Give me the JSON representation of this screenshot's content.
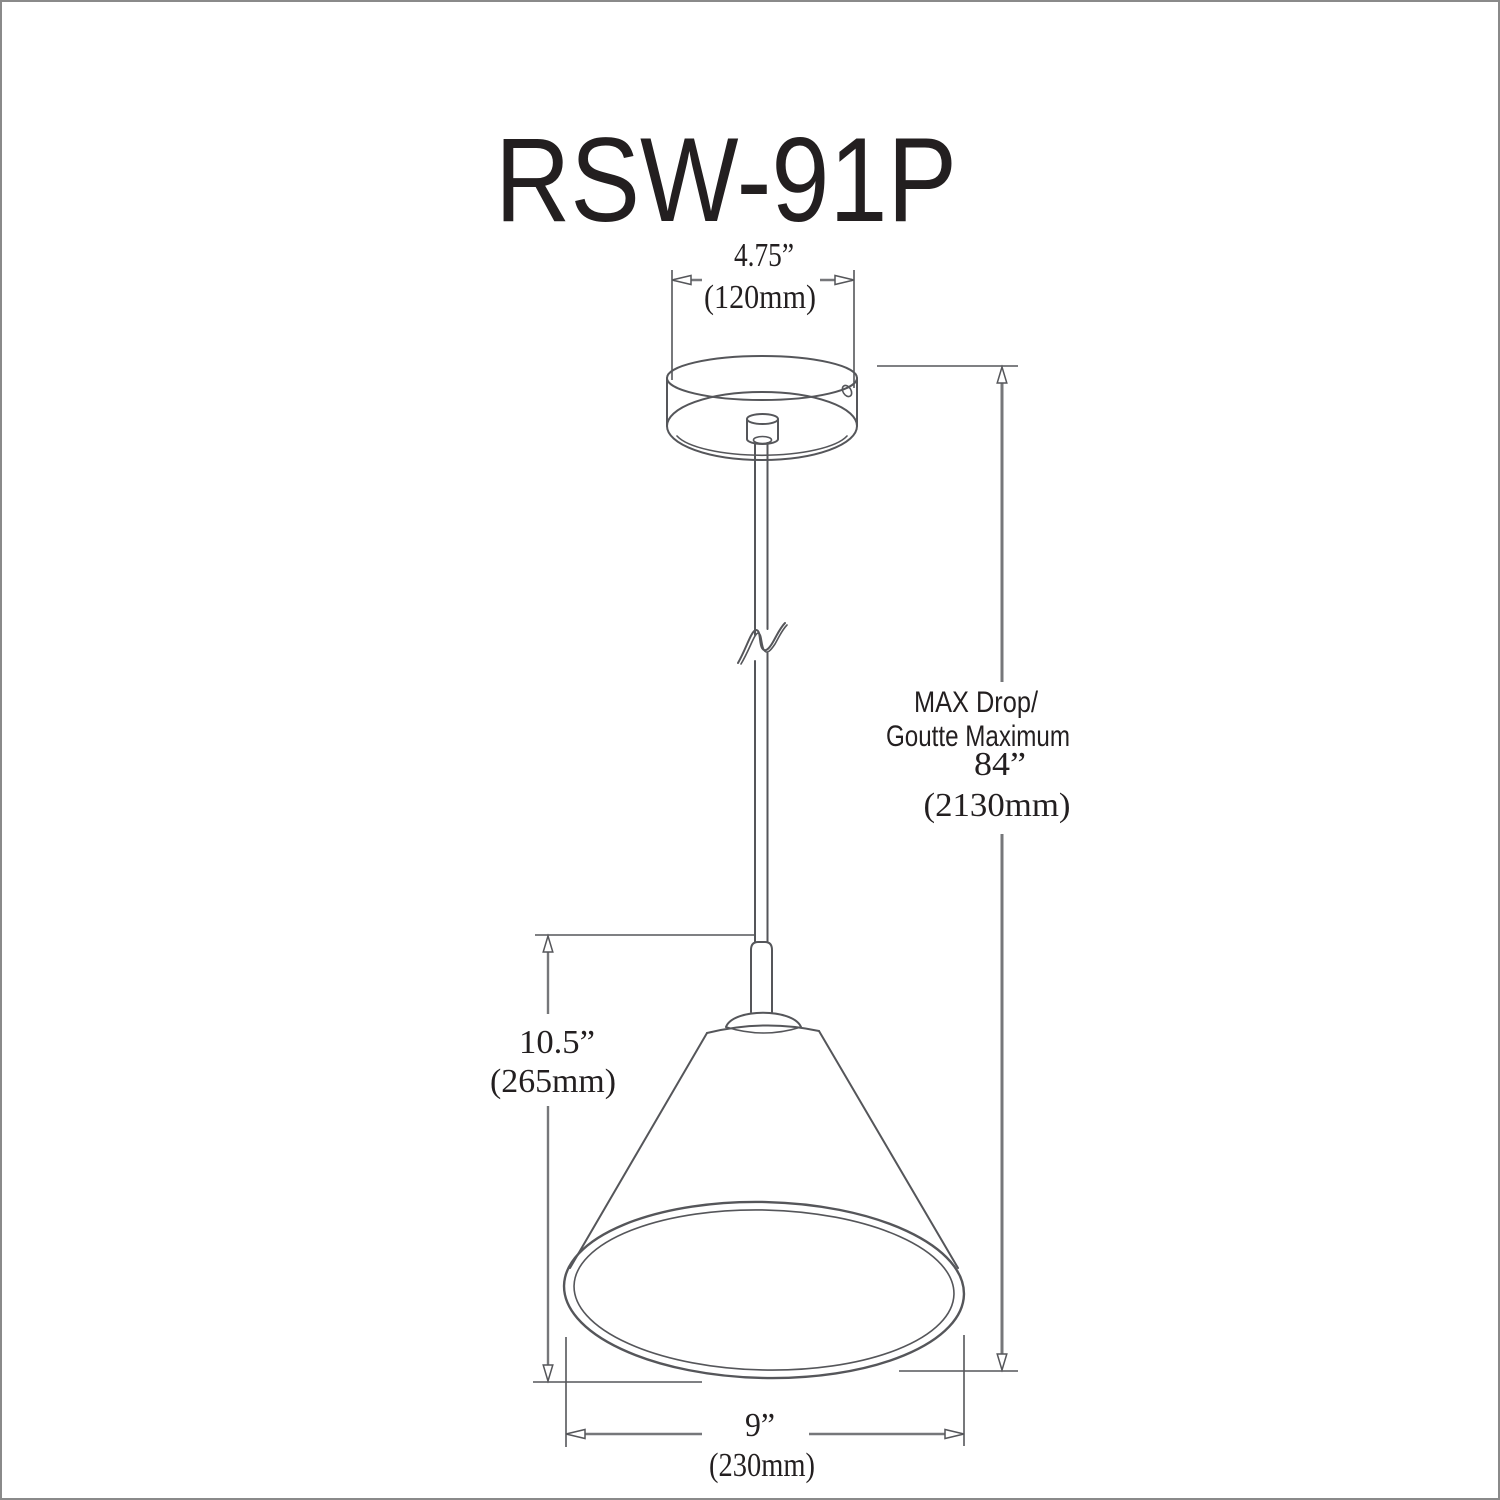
{
  "title": "RSW-91P",
  "dimensions": {
    "canopy_width": {
      "inches": "4.75”",
      "metric": "(120mm)"
    },
    "shade_height": {
      "inches": "10.5”",
      "metric": "(265mm)"
    },
    "shade_diameter": {
      "inches": "9”",
      "metric": "(230mm)"
    },
    "max_drop": {
      "label_en": "MAX Drop/",
      "label_fr": "Goutte Maximum",
      "inches": "84”",
      "metric": "(2130mm)"
    }
  },
  "colors": {
    "object_line": "#55565a",
    "dimension_line": "#76777a",
    "text": "#231f20",
    "page_border": "#8a8a8a",
    "background": "#ffffff"
  }
}
